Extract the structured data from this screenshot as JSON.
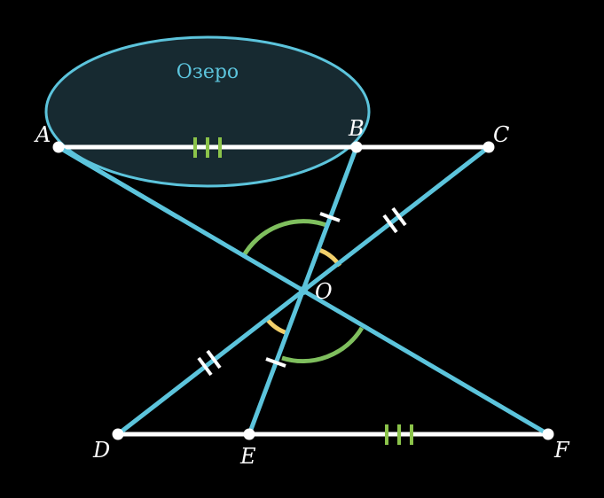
{
  "lake": {
    "label": "Озеро"
  },
  "points": {
    "A": "A",
    "B": "B",
    "C": "C",
    "D": "D",
    "E": "E",
    "F": "F",
    "O": "O"
  },
  "colors": {
    "background": "#000000",
    "segment_white": "#ffffff",
    "segment_blue": "#5cc4dc",
    "lake_fill": "#1a3038",
    "lake_stroke": "#5cc4dc",
    "lake_text": "#5cc4dc",
    "tick_green": "#8bc34a",
    "tick_white": "#ffffff",
    "arc_green": "#7fbf5e",
    "arc_yellow": "#f2d06b"
  }
}
